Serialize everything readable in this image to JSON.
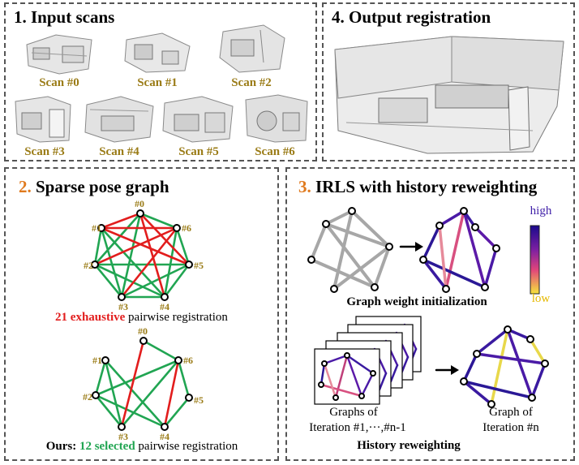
{
  "panel1": {
    "num": "1.",
    "title": "Input scans",
    "scans": [
      "Scan #0",
      "Scan #1",
      "Scan #2",
      "Scan #3",
      "Scan #4",
      "Scan #5",
      "Scan #6"
    ]
  },
  "panel4": {
    "num": "4.",
    "title": "Output registration"
  },
  "panel2": {
    "num": "2.",
    "title": "Sparse pose graph",
    "node_labels": [
      "#0",
      "#1",
      "#2",
      "#3",
      "#4",
      "#5",
      "#6"
    ],
    "cap1_count": "21 exhaustive",
    "cap1_rest": " pairwise registration",
    "cap2_prefix": "Ours: ",
    "cap2_count": "12 selected",
    "cap2_rest": " pairwise registration"
  },
  "panel3": {
    "num": "3.",
    "title": "IRLS with history reweighting",
    "colorbar_high": "high",
    "colorbar_low": "low",
    "init_caption": "Graph weight initialization",
    "graphs_of_1": "Graphs of",
    "graphs_of_2": "Iteration #1,···,#n-1",
    "graph_of_1": "Graph of",
    "graph_of_2": "Iteration #n",
    "history_caption": "History reweighting"
  },
  "colors": {
    "accent": "#e07a1e",
    "label": "#9a7b16",
    "red_edge": "#e21d1d",
    "green_edge": "#21a552"
  }
}
